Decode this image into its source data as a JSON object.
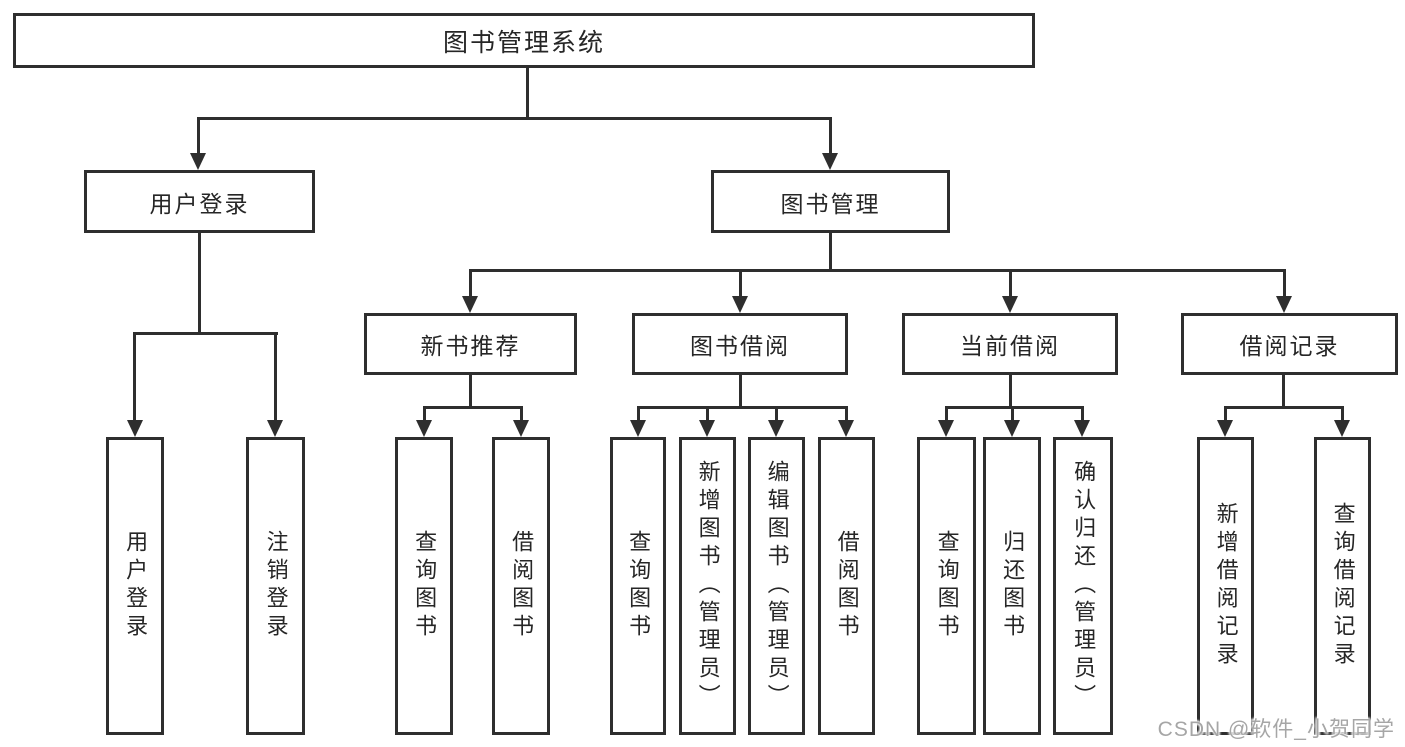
{
  "tree": {
    "root": {
      "label": "图书管理系统",
      "children": [
        {
          "label": "用户登录",
          "children": [
            {
              "label": "用户登录"
            },
            {
              "label": "注销登录"
            }
          ]
        },
        {
          "label": "图书管理",
          "children": [
            {
              "label": "新书推荐",
              "children": [
                {
                  "label": "查询图书"
                },
                {
                  "label": "借阅图书"
                }
              ]
            },
            {
              "label": "图书借阅",
              "children": [
                {
                  "label": "查询图书"
                },
                {
                  "label": "新增图书（管理员）"
                },
                {
                  "label": "编辑图书（管理员）"
                },
                {
                  "label": "借阅图书"
                }
              ]
            },
            {
              "label": "当前借阅",
              "children": [
                {
                  "label": "查询图书"
                },
                {
                  "label": "归还图书"
                },
                {
                  "label": "确认归还（管理员）"
                }
              ]
            },
            {
              "label": "借阅记录",
              "children": [
                {
                  "label": "新增借阅记录"
                },
                {
                  "label": "查询借阅记录"
                }
              ]
            }
          ]
        }
      ]
    }
  },
  "watermark": {
    "text": "CSDN @软件_小贺同学"
  },
  "colors": {
    "line": "#2e2e2e",
    "box_border": "#2e2e2e",
    "text": "#262626",
    "background": "#ffffff",
    "watermark_text": "#a6a6a6"
  }
}
